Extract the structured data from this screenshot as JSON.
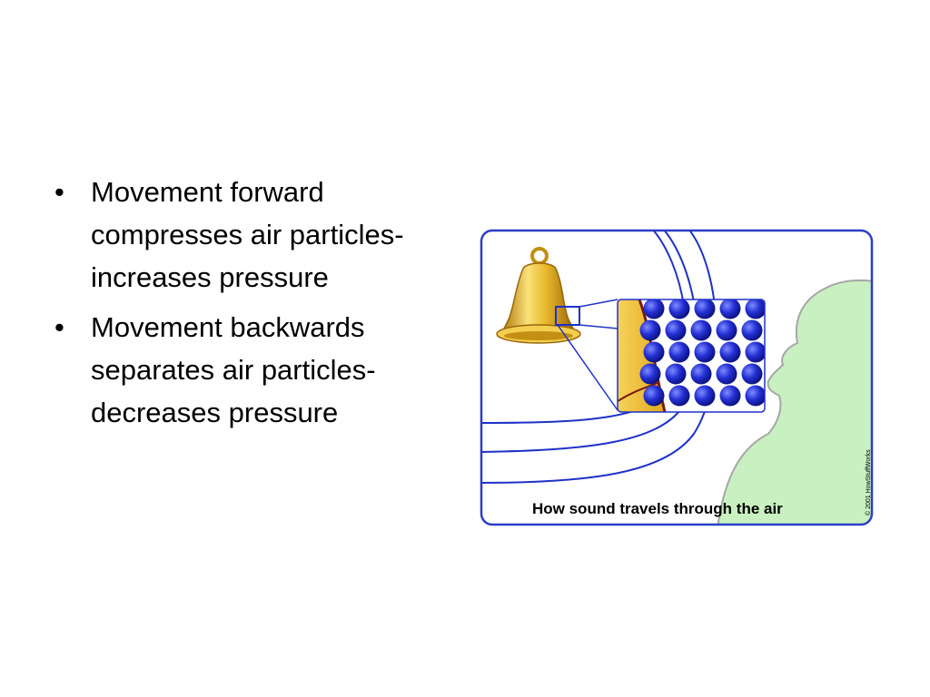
{
  "bullets": [
    {
      "text": "Movement forward compresses air particles- increases pressure"
    },
    {
      "text": "Movement backwards separates air particles- decreases pressure"
    }
  ],
  "bullet_symbol": "•",
  "figure": {
    "caption": "How sound travels through the air",
    "copyright": "© 2001 HowStuffWorks",
    "colors": {
      "frame": "#2a3fc6",
      "wave": "#1e32c8",
      "particle": "#1c22c4",
      "bell_gold": "#e8b92c",
      "head_green": "#c9f0c0",
      "bell_edge": "#7a1a0a"
    }
  }
}
